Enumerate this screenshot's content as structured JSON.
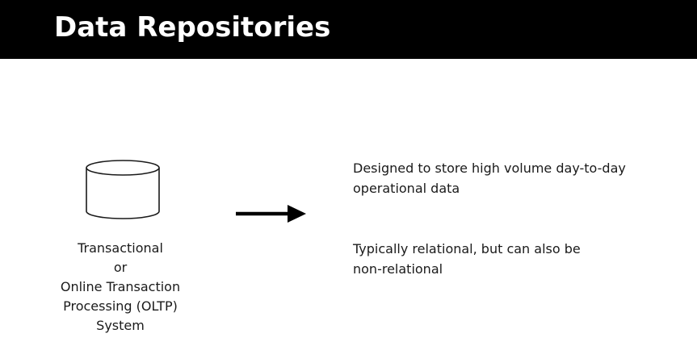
{
  "slide": {
    "title": "Data Repositories"
  },
  "diagram": {
    "source": {
      "icon": "database-cylinder-icon",
      "label_lines": [
        "Transactional",
        "or",
        "Online Transaction",
        "Processing (OLTP)",
        "System"
      ]
    },
    "connector": {
      "icon": "right-arrow-icon"
    },
    "descriptions": [
      {
        "lines": [
          "Designed to store high volume day-to-day",
          "operational data"
        ]
      },
      {
        "lines": [
          "Typically relational, but can also be",
          "non-relational"
        ]
      }
    ]
  },
  "colors": {
    "header_background": "#000000",
    "header_text": "#ffffff",
    "body_text": "#1a1a1a",
    "background": "#ffffff"
  }
}
